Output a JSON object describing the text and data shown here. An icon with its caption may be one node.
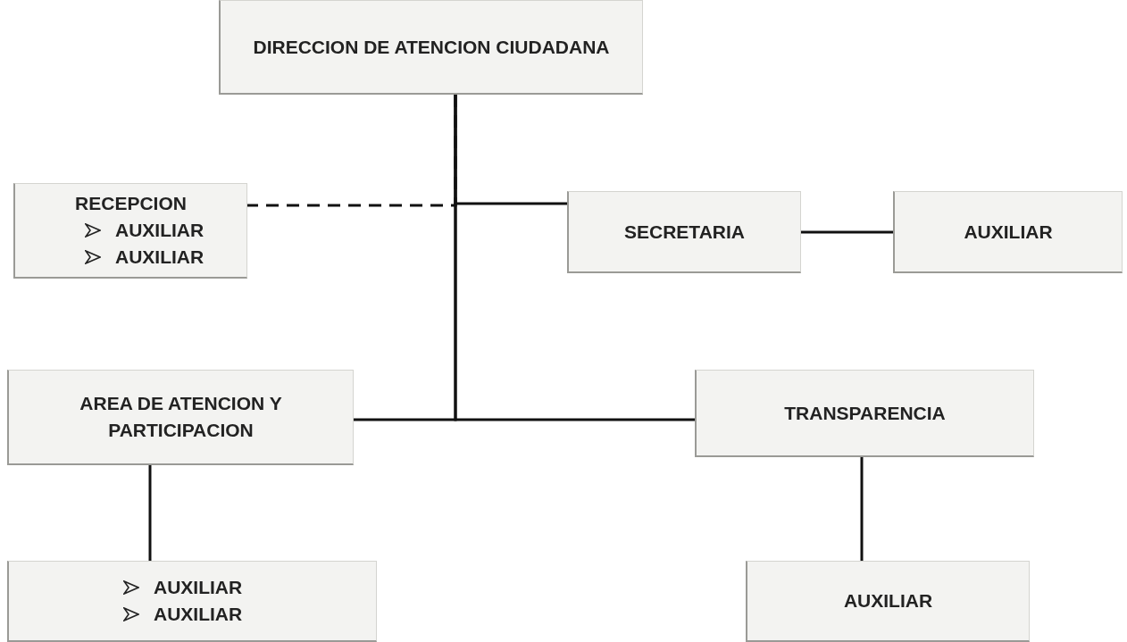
{
  "diagram": {
    "nodes": [
      {
        "text": [
          "DIRECCION DE ATENCION CIUDADANA"
        ]
      },
      {
        "text": [
          "RECEPCION",
          "AUXILIAR",
          "AUXILIAR"
        ]
      },
      {
        "text": [
          "SECRETARIA"
        ]
      },
      {
        "text": [
          "AUXILIAR"
        ]
      },
      {
        "text": [
          "AREA DE ATENCION Y PARTICIPACION"
        ]
      },
      {
        "text": [
          "TRANSPARENCIA"
        ]
      },
      {
        "text": [
          "AUXILIAR",
          "AUXILIAR"
        ]
      },
      {
        "text": [
          "AUXILIAR"
        ]
      }
    ],
    "edges": [
      {
        "from": 0,
        "to": 1,
        "arrow": "none",
        "style": "dashed"
      },
      {
        "from": 0,
        "to": 2,
        "arrow": "none"
      },
      {
        "from": 2,
        "to": 3,
        "arrow": "none"
      },
      {
        "from": 0,
        "to": 4,
        "arrow": "none"
      },
      {
        "from": 0,
        "to": 5,
        "arrow": "none"
      },
      {
        "from": 4,
        "to": 6,
        "arrow": "none"
      },
      {
        "from": 5,
        "to": 7,
        "arrow": "none"
      }
    ]
  }
}
